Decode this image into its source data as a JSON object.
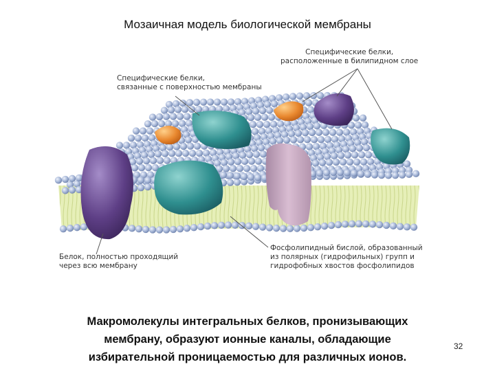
{
  "slide": {
    "title": "Мозаичная модель биологической мембраны",
    "labels": {
      "specific_surface": [
        "Специфические белки,",
        "связанные с поверхностью мембраны"
      ],
      "specific_bilayer": [
        "Специфические белки,",
        "расположенные в билипидном слое"
      ],
      "transmembrane": [
        "Белок, полностью проходящий",
        "через всю мембрану"
      ],
      "bilayer": [
        "Фосфолипидный бислой, образованный",
        "из полярных (гидрофильных) групп и",
        "гидрофобных хвостов фосфолипидов"
      ]
    },
    "caption": [
      "Макромолекулы интегральных белков, пронизывающих",
      "мембрану, образуют ионные каналы, обладающие",
      "избирательной проницаемостью для различных ионов."
    ],
    "page_number": "32"
  },
  "colors": {
    "lipid_head": "#a9b9d9",
    "lipid_tail": "#e6efb8",
    "protein_purple": "#6b4a93",
    "protein_teal": "#2f8f8f",
    "protein_orange": "#e8872e",
    "protein_pink": "#c7a6bf",
    "leader_line": "#555555"
  }
}
